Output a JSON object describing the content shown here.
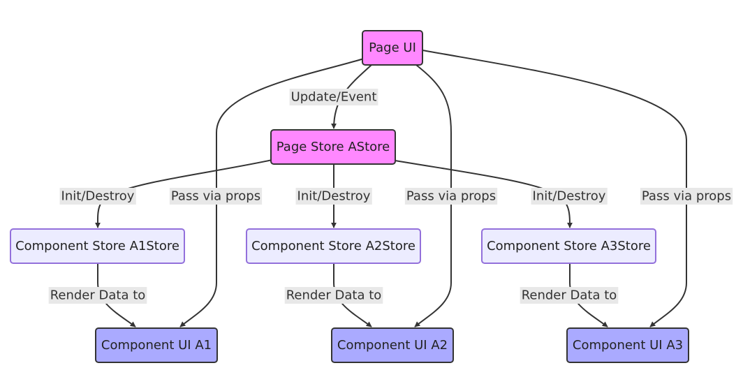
{
  "colors": {
    "page_fill": "#ff88ff",
    "page_stroke": "#333333",
    "store_fill": "#ececff",
    "store_stroke": "#9370db",
    "ui_fill": "#aaaaff",
    "ui_stroke": "#333333",
    "edge": "#333333",
    "label_bg": "#e8e8e8"
  },
  "nodes": {
    "page_ui": {
      "label": "Page UI",
      "style": "page"
    },
    "page_store": {
      "label": "Page Store AStore",
      "style": "page"
    },
    "store_a1": {
      "label": "Component Store A1Store",
      "style": "store"
    },
    "store_a2": {
      "label": "Component Store A2Store",
      "style": "store"
    },
    "store_a3": {
      "label": "Component Store A3Store",
      "style": "store"
    },
    "ui_a1": {
      "label": "Component UI A1",
      "style": "ui"
    },
    "ui_a2": {
      "label": "Component UI A2",
      "style": "ui"
    },
    "ui_a3": {
      "label": "Component UI A3",
      "style": "ui"
    }
  },
  "edges": [
    {
      "from": "page_ui",
      "to": "page_store",
      "label": "Update/Event"
    },
    {
      "from": "page_store",
      "to": "store_a1",
      "label": "Init/Destroy"
    },
    {
      "from": "page_ui",
      "to": "ui_a1",
      "label": "Pass via props"
    },
    {
      "from": "page_store",
      "to": "store_a2",
      "label": "Init/Destroy"
    },
    {
      "from": "page_ui",
      "to": "ui_a2",
      "label": "Pass via props"
    },
    {
      "from": "page_store",
      "to": "store_a3",
      "label": "Init/Destroy"
    },
    {
      "from": "page_ui",
      "to": "ui_a3",
      "label": "Pass via props"
    },
    {
      "from": "store_a1",
      "to": "ui_a1",
      "label": "Render Data to"
    },
    {
      "from": "store_a2",
      "to": "ui_a2",
      "label": "Render Data to"
    },
    {
      "from": "store_a3",
      "to": "ui_a3",
      "label": "Render Data to"
    }
  ]
}
